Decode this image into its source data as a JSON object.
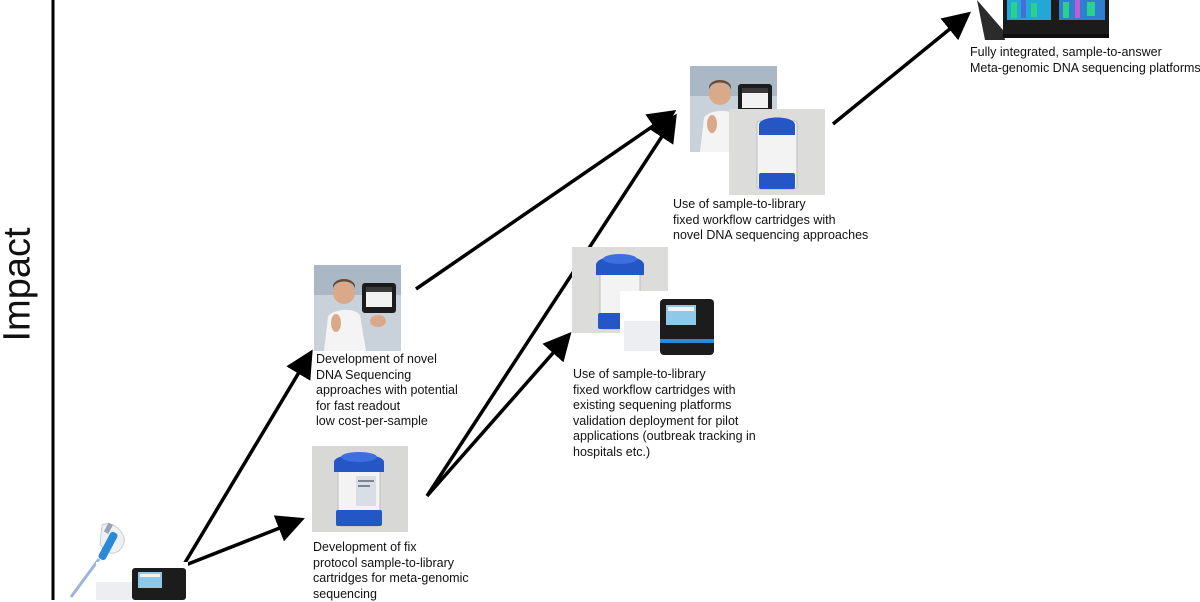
{
  "axis": {
    "y_label": "Impact"
  },
  "nodes": {
    "current_lab": {
      "images": [
        "pipette-image",
        "benchtop-sequencer-image"
      ]
    },
    "fix_cartridges": {
      "lines": [
        "Development of fix",
        "protocol sample-to-library",
        "cartridges for meta-genomic",
        "sequencing"
      ],
      "images": [
        "cartridge-image"
      ]
    },
    "novel_sequencing": {
      "lines": [
        "Development of novel",
        "DNA Sequencing",
        "approaches with potential",
        "for fast readout",
        "low cost-per-sample"
      ],
      "images": [
        "scientist-with-handheld-sequencer-image"
      ]
    },
    "existing_platforms": {
      "lines": [
        "Use of sample-to-library",
        "fixed workflow cartridges with",
        "existing sequening platforms",
        "validation deployment for pilot",
        "applications (outbreak tracking in",
        "hospitals etc.)"
      ],
      "images": [
        "cartridge-image",
        "benchtop-sequencer-image"
      ]
    },
    "novel_cartridges": {
      "lines": [
        "Use of sample-to-library",
        "fixed workflow cartridges with",
        "novel DNA sequencing approaches"
      ],
      "images": [
        "scientist-with-handheld-sequencer-image",
        "cartridge-image"
      ]
    },
    "integrated_platform": {
      "lines": [
        "Fully integrated, sample-to-answer",
        "Meta-genomic DNA sequencing platforms"
      ],
      "images": [
        "integrated-sequencing-platform-image"
      ]
    }
  },
  "colors": {
    "arrow": "#000000",
    "cartridge_cap": "#2456c6",
    "sequencer_body": "#1c1c1c",
    "platform_screen": "#22a8d8"
  }
}
